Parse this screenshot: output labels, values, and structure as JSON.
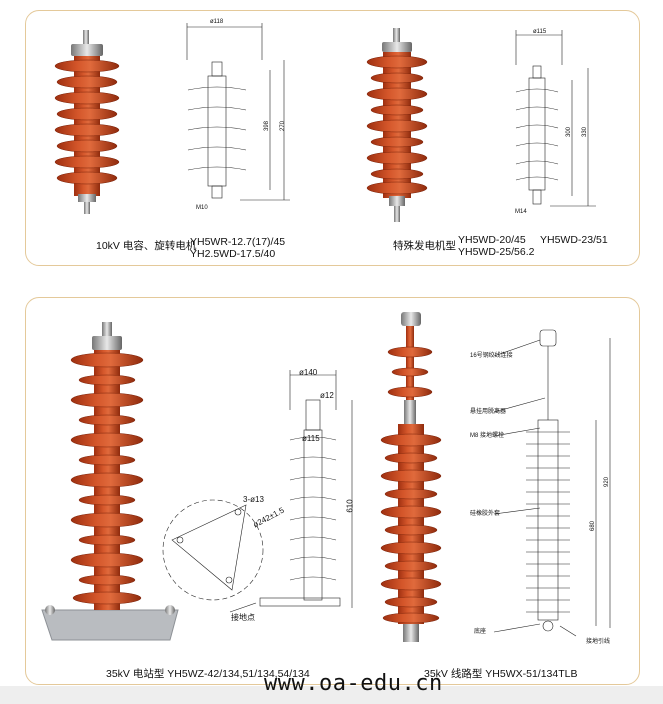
{
  "colors": {
    "porcelain": "#c8431c",
    "porcelain_dark": "#9e2f10",
    "panel_border": "#e4c99a"
  },
  "panel1": {
    "left_caption_prefix": "10kV  电容、旋转电机",
    "left_model_1": "YH5WR-12.7(17)/45",
    "left_model_2": "YH2.5WD-17.5/40",
    "right_caption_prefix": "特殊发电机型",
    "right_model_1": "YH5WD-20/45",
    "right_model_2": "YH5WD-25/56.2",
    "right_model_3": "YH5WD-23/51",
    "drawing1": {
      "width": "ø118",
      "height_a": "398",
      "height_b": "270",
      "thread": "M10"
    },
    "drawing2": {
      "width": "ø115",
      "height_a": "300",
      "height_b": "330",
      "thread": "M14"
    }
  },
  "panel2": {
    "left_caption": "35kV  电站型 YH5WZ-42/134,51/134,54/134",
    "right_caption": "35kV   线路型 YH5WX-51/134TLB",
    "drawing3": {
      "top_width": "ø140",
      "cap": "ø12",
      "inner": "ø115",
      "height": "610",
      "holes": "3-ø13",
      "pcd": "ø242±1.5",
      "ground": "接地点"
    },
    "drawing4": {
      "l1": "16号钢绞线连接",
      "l2": "悬挂用脱离器",
      "l3": "M8 接地螺栓",
      "l4": "硅橡胶外套",
      "l5": "底座",
      "l6": "接地引线",
      "h1": "920",
      "h2": "680"
    }
  },
  "watermark": "www.oa-edu.cn"
}
